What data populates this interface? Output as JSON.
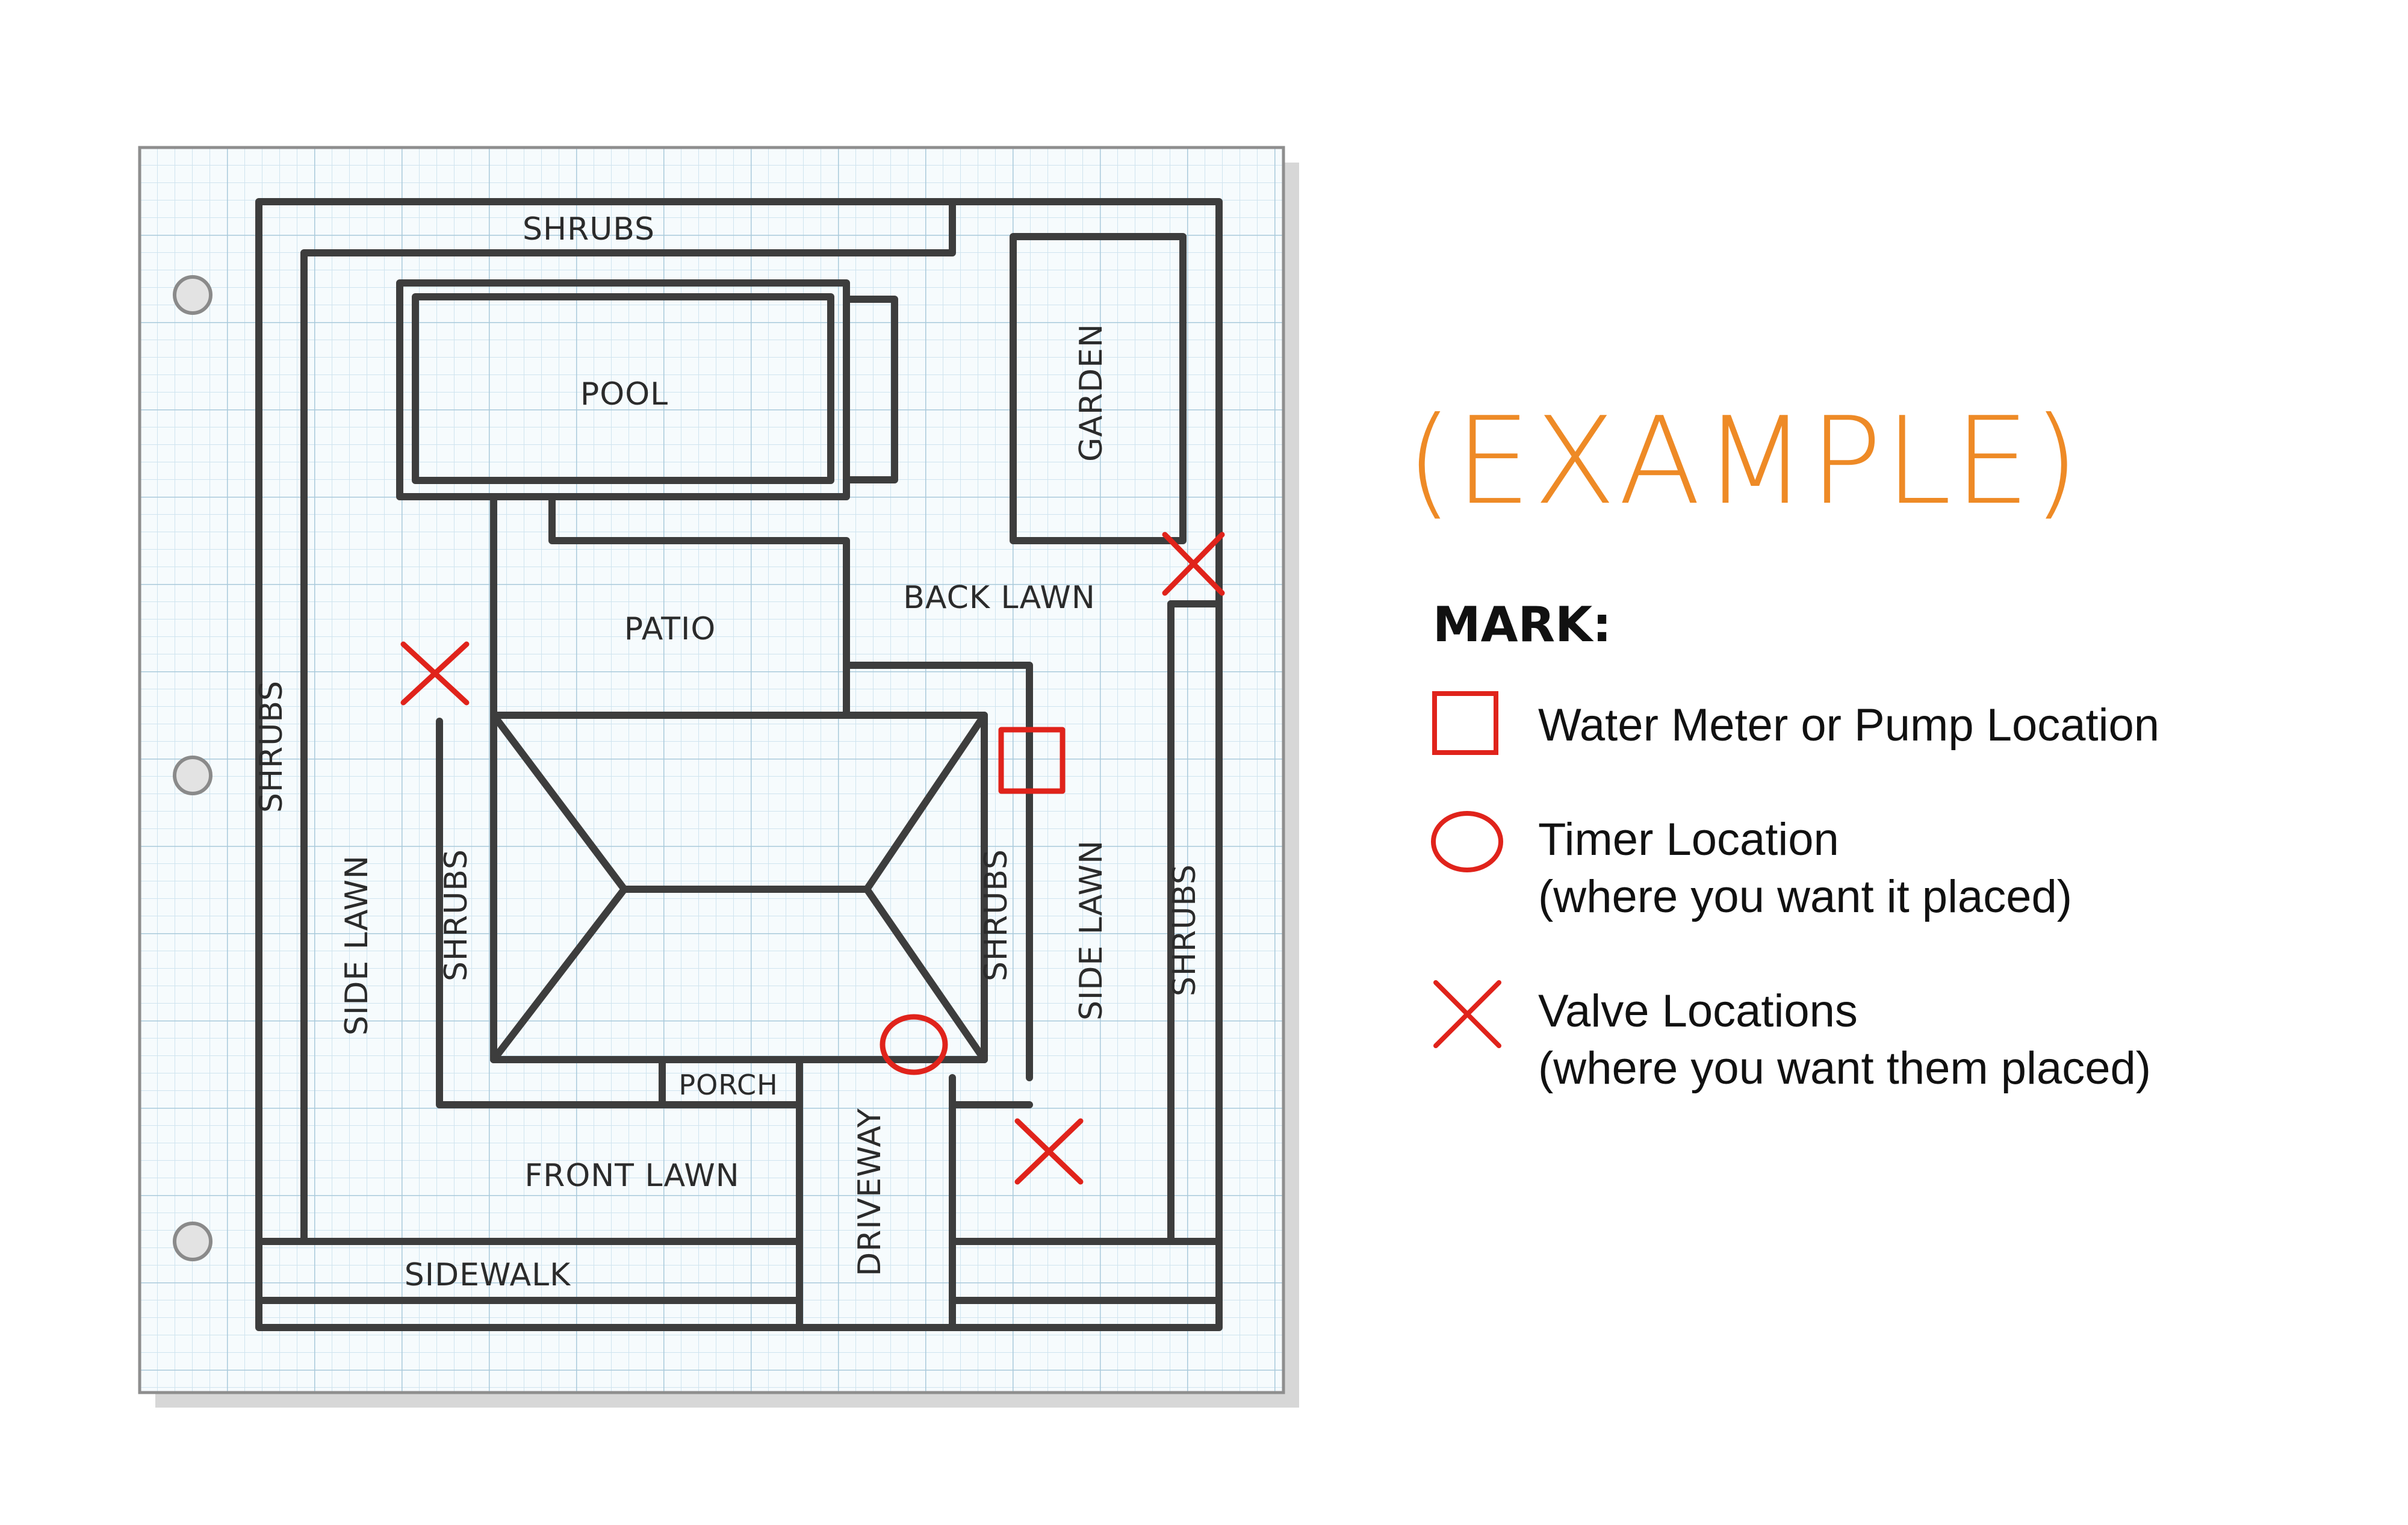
{
  "plan": {
    "labels": {
      "shrubs_top": "SHRUBS",
      "pool": "POOL",
      "garden": "GARDEN",
      "back_lawn": "BACK LAWN",
      "patio": "PATIO",
      "shrubs_left": "SHRUBS",
      "side_lawn_left": "SIDE LAWN",
      "shrubs_house_left": "SHRUBS",
      "shrubs_house_right": "SHRUBS",
      "side_lawn_right": "SIDE LAWN",
      "shrubs_right": "SHRUBS",
      "porch": "PORCH",
      "front_lawn": "FRONT LAWN",
      "driveway": "DRIVEWAY",
      "sidewalk": "SIDEWALK"
    },
    "markers": {
      "valve_count": 3,
      "meter_count": 1,
      "timer_count": 1
    }
  },
  "example": {
    "title": "(EXAMPLE)"
  },
  "legend": {
    "heading": "MARK:",
    "items": [
      {
        "symbol": "square",
        "line1": "Water Meter or Pump Location",
        "line2": ""
      },
      {
        "symbol": "circle",
        "line1": "Timer Location",
        "line2": "(where you want it placed)"
      },
      {
        "symbol": "x",
        "line1": "Valve Locations",
        "line2": "(where you want them placed)"
      }
    ]
  },
  "colors": {
    "sketch": "#3d3d3d",
    "mark": "#e0231b",
    "accent": "#ee8a26",
    "grid_minor": "#cfe4ef",
    "grid_major": "#a9cadb",
    "paper": "#f6fbfd"
  }
}
